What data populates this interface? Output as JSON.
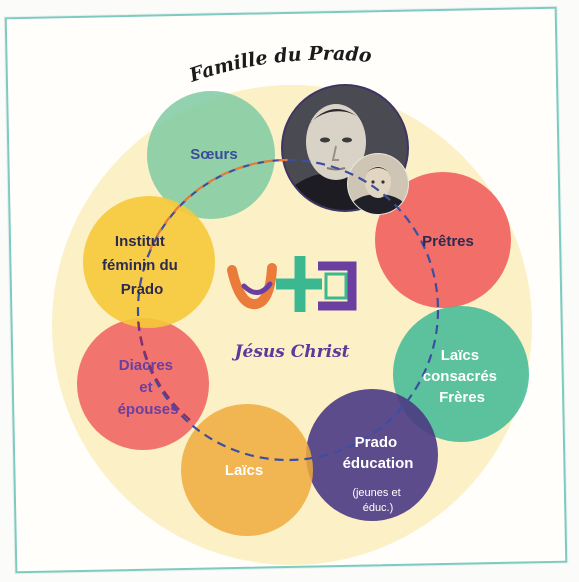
{
  "title": "Famille du Prado",
  "center": {
    "label": "Jésus Christ",
    "logo_name": "prado-cross-logo"
  },
  "groups": [
    {
      "key": "soeurs",
      "lines": [
        "Sœurs"
      ],
      "color": "#7fcaa2"
    },
    {
      "key": "pretres",
      "lines": [
        "Prêtres"
      ],
      "color": "#ef5f5e"
    },
    {
      "key": "laics-consacres",
      "lines": [
        "Laïcs",
        "consacrés",
        "Frères"
      ],
      "color": "#3fba95"
    },
    {
      "key": "prado-education",
      "lines": [
        "Prado",
        "éducation"
      ],
      "sub_lines": [
        "(jeunes et",
        "éduc.)"
      ],
      "color": "#4b3a84"
    },
    {
      "key": "laics",
      "lines": [
        "Laïcs"
      ],
      "color": "#efaa3c"
    },
    {
      "key": "diacres",
      "lines": [
        "Diacres",
        "et",
        "épouses"
      ],
      "color": "#ef5f5e"
    },
    {
      "key": "institut",
      "lines": [
        "Institut",
        "féminin du",
        "Prado"
      ],
      "color": "#f6c93a"
    }
  ],
  "portraits": [
    "portrait-main",
    "portrait-small"
  ],
  "colors": {
    "background_disc": "#fbeec0",
    "frame_border": "#7dcbc0",
    "dash_blue": "#3c4ea0",
    "dash_orange": "#e37a3a",
    "logo_purple": "#6b3fa0",
    "logo_green": "#3cb891",
    "logo_orange": "#ea7b3a"
  }
}
